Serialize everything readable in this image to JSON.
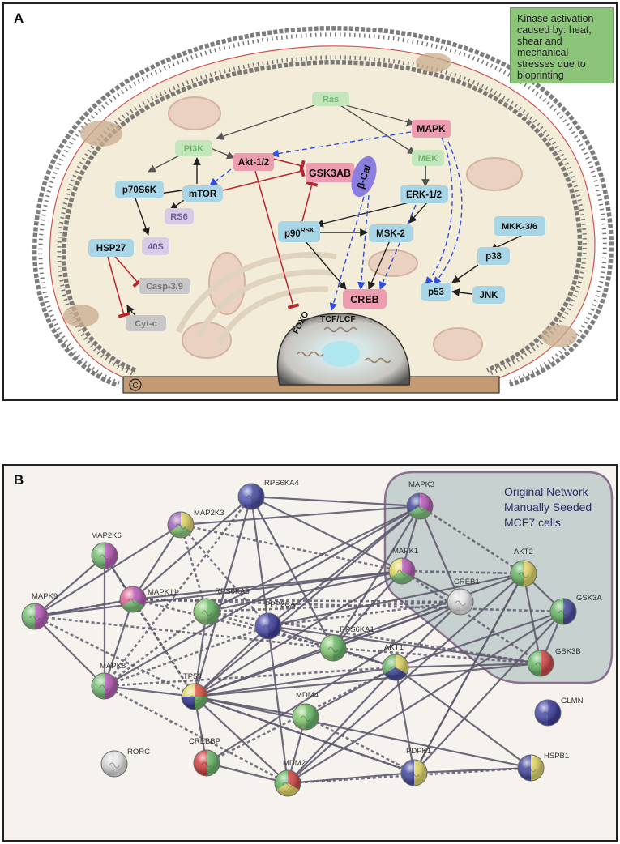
{
  "panel_a": {
    "letter": "A",
    "callout": "Kinase activation caused by: heat, shear and mechanical stresses due to bioprinting",
    "nodes": {
      "ras": "Ras",
      "mapk": "MAPK",
      "pi3k": "PI3K",
      "akt": "Akt-1/2",
      "mek": "MEK",
      "p70s6k": "p70S6K",
      "mtor": "mTOR",
      "gsk3ab": "GSK3AB",
      "bcat": "β-Cat",
      "erk": "ERK-1/2",
      "rs6": "RS6",
      "s40": "40S",
      "hsp27": "HSP27",
      "p90": "p90",
      "p90_sup": "RSK",
      "msk2": "MSK-2",
      "mkk": "MKK-3/6",
      "p38": "p38",
      "casp": "Casp-3/9",
      "cytc": "Cyt-c",
      "p53": "p53",
      "jnk": "JNK",
      "creb": "CREB",
      "foxo": "FOXO",
      "tcf": "TCF/LCF",
      "c": "C"
    }
  },
  "panel_b": {
    "letter": "B",
    "legend": [
      "Original Network",
      "Manually Seeded",
      "MCF7 cells"
    ],
    "proteins": {
      "RPS6KA4": "RPS6KA4",
      "MAP2K3": "MAP2K3",
      "MAP2K6": "MAP2K6",
      "MAPK11": "MAPK11",
      "MAPK9": "MAPK9",
      "MAPK8": "MAPK8",
      "RPS6KA3": "RPS6KA3",
      "PPP2CA": "PPP2CA",
      "RPS6KA1": "RPS6KA1",
      "TP53": "TP53",
      "MDM4": "MDM4",
      "CREBBP": "CREBBP",
      "MDM2": "MDM2",
      "RORC": "RORC",
      "MAPK3": "MAPK3",
      "MAPK1": "MAPK1",
      "CREB1": "CREB1",
      "AKT2": "AKT2",
      "GSK3A": "GSK3A",
      "AKT1": "AKT1",
      "GSK3B": "GSK3B",
      "GLMN": "GLMN",
      "PDPK1": "PDPK1",
      "HSPB1": "HSPB1"
    }
  },
  "colors": {
    "cell": "#f3ecd8",
    "membrane_head": "#ffffff",
    "nodes_blue": "#a9d6e6",
    "nodes_pink": "#ee9cb0",
    "nodes_green": "#c4e6bd",
    "nodes_purple": "#d7cbe6",
    "nodes_gray": "#c7c7c7",
    "arrow_gray": "#555555",
    "inhibit_red": "#b8262e",
    "arrow_blue": "#2f4fe0",
    "callout": "#8cc47a",
    "seed_box": "#9eb4b8"
  }
}
